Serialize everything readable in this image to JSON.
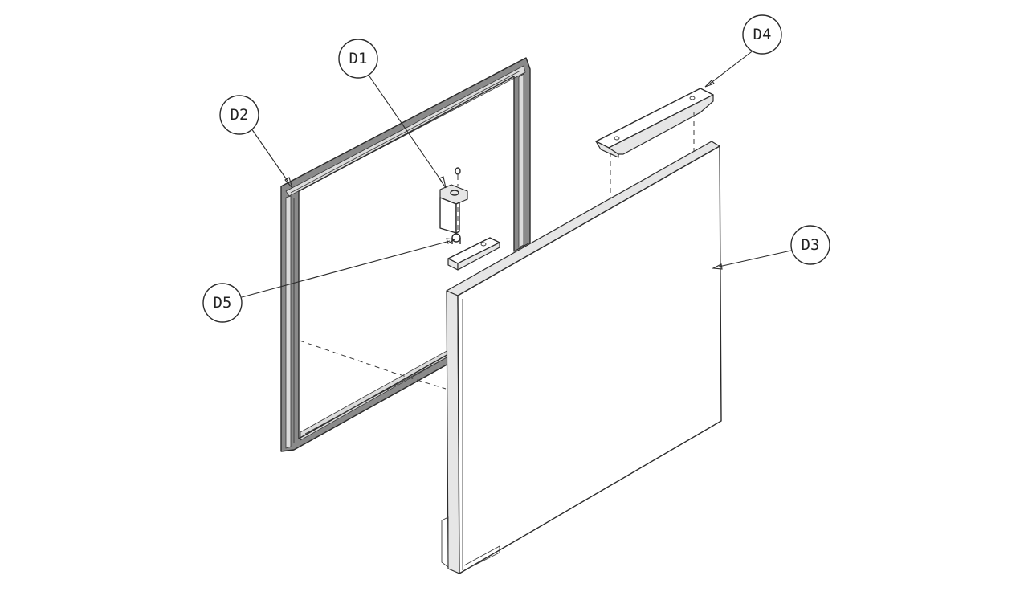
{
  "callouts": {
    "d1": "D1",
    "d2": "D2",
    "d3": "D3",
    "d4": "D4",
    "d5": "D5"
  }
}
